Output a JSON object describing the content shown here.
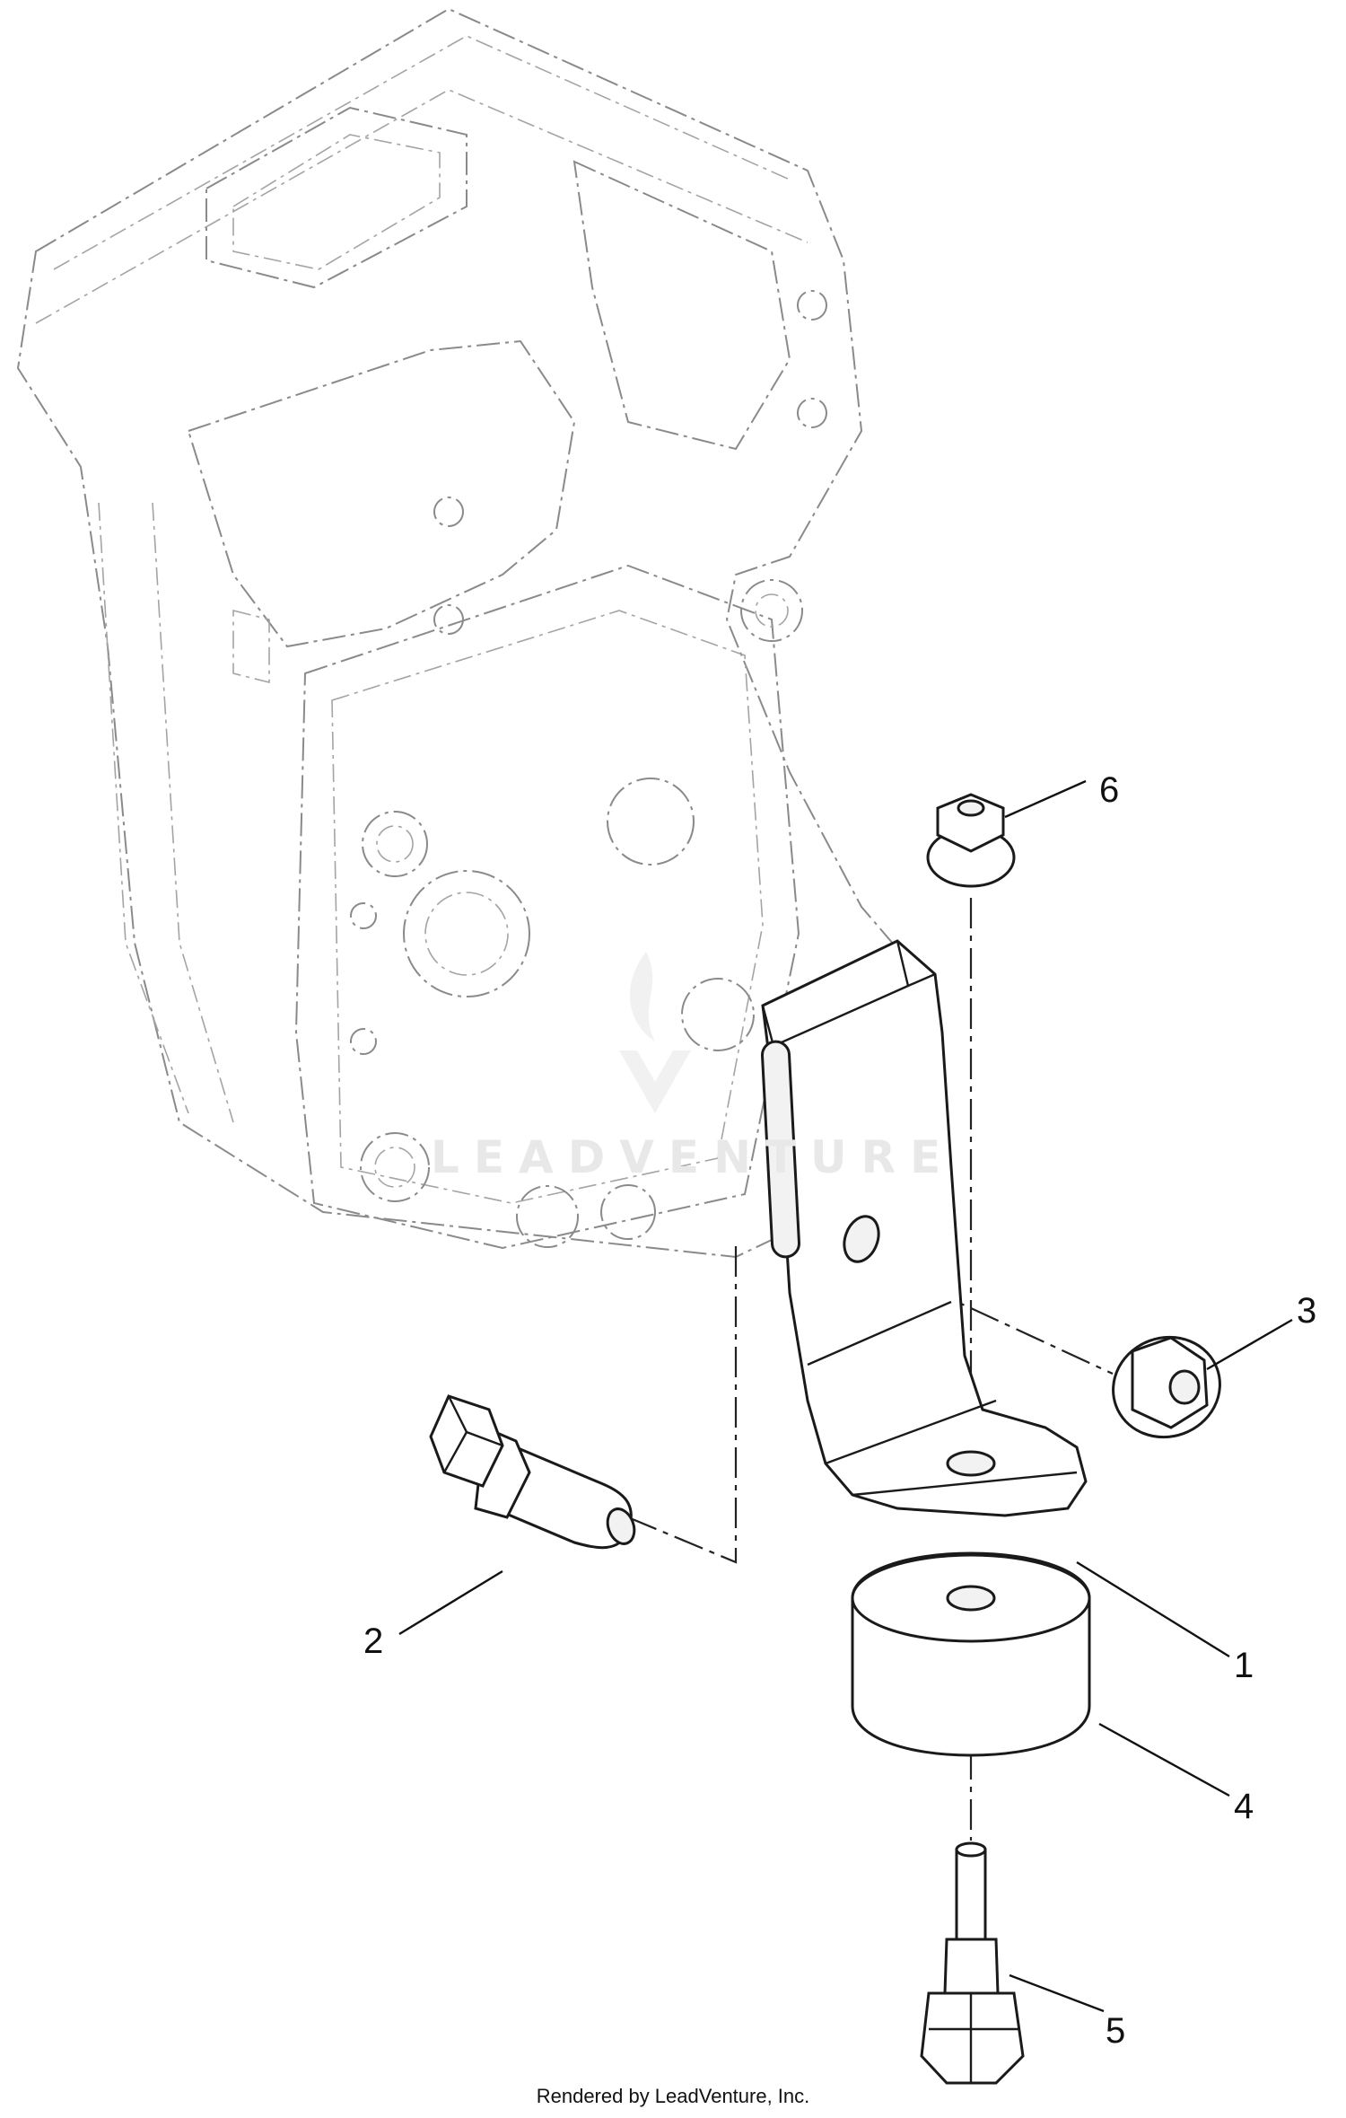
{
  "callouts": [
    {
      "id": "1",
      "label": "1"
    },
    {
      "id": "2",
      "label": "2"
    },
    {
      "id": "3",
      "label": "3"
    },
    {
      "id": "4",
      "label": "4"
    },
    {
      "id": "5",
      "label": "5"
    },
    {
      "id": "6",
      "label": "6"
    }
  ],
  "watermark": "LEADVENTURE",
  "footer": "Rendered by LeadVenture, Inc."
}
